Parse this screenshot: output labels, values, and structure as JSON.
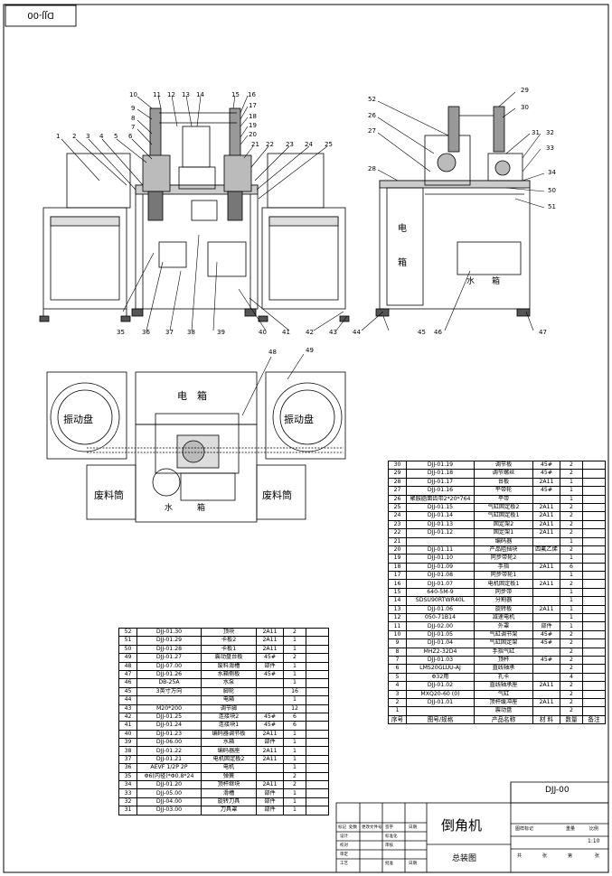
{
  "drawing_no": "DJJ-00",
  "drawing_no_corner": "DJJ-00",
  "title": "倒角机",
  "subtitle": "总装图",
  "scale": "1:10",
  "title_block": {
    "weight_scale_header": [
      "图样标记",
      "重量",
      "比例"
    ],
    "sheet_row": [
      "共",
      "张",
      "第",
      "张"
    ],
    "left_cells": [
      "标记",
      "处数",
      "更改文件号",
      "签字",
      "日期",
      "设计",
      "标准化",
      "校对",
      "审核",
      "审定",
      "工艺",
      "批准",
      "日期"
    ]
  },
  "view_labels": {
    "electrical_box_side": "电",
    "electrical_box_side2": "箱",
    "water_tank_side": "水",
    "water_tank_side2": "箱",
    "electrical_box_top": "电　箱",
    "vibration_left": "振动盘",
    "vibration_right": "振动盘",
    "waste_left": "废料筒",
    "waste_right": "废料筒",
    "water_top": "水",
    "water_top2": "箱"
  },
  "balloons": [
    "1",
    "2",
    "3",
    "4",
    "5",
    "6",
    "7",
    "8",
    "9",
    "10",
    "11",
    "12",
    "13",
    "14",
    "15",
    "16",
    "17",
    "18",
    "19",
    "20",
    "21",
    "22",
    "23",
    "24",
    "25",
    "26",
    "27",
    "28",
    "29",
    "30",
    "31",
    "32",
    "33",
    "34",
    "35",
    "36",
    "37",
    "38",
    "39",
    "40",
    "41",
    "42",
    "43",
    "44",
    "45",
    "46",
    "47",
    "48",
    "49",
    "50",
    "51",
    "52"
  ],
  "bom_right": {
    "header": [
      "序号",
      "图号/规格",
      "产品名称",
      "材 料",
      "数量",
      "备注"
    ],
    "rows": [
      [
        "30",
        "DJJ-01.19",
        "调节板",
        "45#",
        "2",
        ""
      ],
      [
        "29",
        "DJJ-01.18",
        "调节螺丝",
        "45#",
        "2",
        ""
      ],
      [
        "28",
        "DJJ-01.17",
        "台板",
        "2A11",
        "1",
        ""
      ],
      [
        "27",
        "DJJ-01.16",
        "平带轮",
        "45#",
        "1",
        ""
      ],
      [
        "26",
        "聚胺脂面齿带2*20*764",
        "平带",
        "",
        "1",
        ""
      ],
      [
        "25",
        "DJJ-01.15",
        "气缸固定板2",
        "2A11",
        "2",
        ""
      ],
      [
        "24",
        "DJJ-01.14",
        "气缸固定板1",
        "2A11",
        "2",
        ""
      ],
      [
        "23",
        "DJJ-01.13",
        "固定架2",
        "2A11",
        "2",
        ""
      ],
      [
        "22",
        "DJJ-01.12",
        "固定架1",
        "2A11",
        "2",
        ""
      ],
      [
        "21",
        "",
        "编码器",
        "",
        "1",
        ""
      ],
      [
        "20",
        "DJJ-01.11",
        "产品阻挡块",
        "四氟乙烯",
        "2",
        ""
      ],
      [
        "19",
        "DJJ-01.10",
        "同步带轮2",
        "",
        "1",
        ""
      ],
      [
        "18",
        "DJJ-01.09",
        "手指",
        "2A11",
        "6",
        ""
      ],
      [
        "17",
        "DJJ-01.08",
        "同步带轮1",
        "",
        "1",
        ""
      ],
      [
        "16",
        "DJJ-01.07",
        "电机固定板1",
        "2A11",
        "2",
        ""
      ],
      [
        "15",
        "640-5M-9",
        "同步带",
        "",
        "1",
        ""
      ],
      [
        "14",
        "SDSU90RTWR40L",
        "分割器",
        "",
        "1",
        ""
      ],
      [
        "13",
        "DJJ-01.06",
        "旋转板",
        "2A11",
        "1",
        ""
      ],
      [
        "12",
        "050-71B14",
        "减速电机",
        "",
        "1",
        ""
      ],
      [
        "11",
        "DJJ-02.00",
        "外罩",
        "部件",
        "1",
        ""
      ],
      [
        "10",
        "DJJ-01.05",
        "气缸调节架",
        "45#",
        "2",
        ""
      ],
      [
        "9",
        "DJJ-01.04",
        "气缸固定架",
        "45#",
        "2",
        ""
      ],
      [
        "8",
        "MHZ2-32D4",
        "手指气缸",
        "",
        "2",
        ""
      ],
      [
        "7",
        "DJJ-01.03",
        "顶杆",
        "45#",
        "2",
        ""
      ],
      [
        "6",
        "LMS20GLUU-AJ",
        "直线轴承",
        "",
        "2",
        ""
      ],
      [
        "5",
        "Φ32用",
        "孔卡",
        "",
        "4",
        ""
      ],
      [
        "4",
        "DJJ-01.02",
        "直线轴承座",
        "2A11",
        "2",
        ""
      ],
      [
        "3",
        "MXQ20-60 (0)",
        "气缸",
        "",
        "2",
        ""
      ],
      [
        "2",
        "DJJ-01.01",
        "顶杆缓冲座",
        "2A11",
        "2",
        ""
      ],
      [
        "1",
        "",
        "震动盘",
        "",
        "2",
        ""
      ]
    ]
  },
  "bom_left": {
    "rows": [
      [
        "52",
        "DJJ-01.30",
        "顶块",
        "2A11",
        "2",
        ""
      ],
      [
        "51",
        "DJJ-01.29",
        "卡板2",
        "2A11",
        "1",
        ""
      ],
      [
        "50",
        "DJJ-01.28",
        "卡板1",
        "2A11",
        "1",
        ""
      ],
      [
        "49",
        "DJJ-01.27",
        "震动盘台板",
        "45#",
        "2",
        ""
      ],
      [
        "48",
        "DJJ-07.00",
        "废料滑槽",
        "部件",
        "1",
        ""
      ],
      [
        "47",
        "DJJ-01.26",
        "水箱侧板",
        "45#",
        "1",
        ""
      ],
      [
        "46",
        "DB-25A",
        "水泵",
        "",
        "1",
        ""
      ],
      [
        "45",
        "3英寸万向",
        "脚轮",
        "",
        "16",
        ""
      ],
      [
        "44",
        "",
        "电箱",
        "",
        "1",
        ""
      ],
      [
        "43",
        "M20*200",
        "调节脚",
        "",
        "12",
        ""
      ],
      [
        "42",
        "DJJ-01.25",
        "连接块2",
        "45#",
        "6",
        ""
      ],
      [
        "41",
        "DJJ-01.24",
        "连接块1",
        "45#",
        "6",
        ""
      ],
      [
        "40",
        "DJJ-01.23",
        "编码器调节板",
        "2A11",
        "1",
        ""
      ],
      [
        "39",
        "DJJ-06.00",
        "水箱",
        "部件",
        "1",
        ""
      ],
      [
        "38",
        "DJJ-01.22",
        "编码器座",
        "2A11",
        "1",
        ""
      ],
      [
        "37",
        "DJJ-01.21",
        "电机固定板2",
        "2A11",
        "1",
        ""
      ],
      [
        "36",
        "AEVF 1/2P 2P",
        "电机",
        "",
        "1",
        ""
      ],
      [
        "35",
        "Φ6(内径)*Φ0.8*24",
        "弹簧",
        "",
        "2",
        ""
      ],
      [
        "34",
        "DJJ-01.20",
        "顶杆继块",
        "2A11",
        "2",
        ""
      ],
      [
        "33",
        "DJJ-05.00",
        "滑槽",
        "部件",
        "1",
        ""
      ],
      [
        "32",
        "DJJ-04.00",
        "旋转刀具",
        "部件",
        "1",
        ""
      ],
      [
        "31",
        "DJJ-03.00",
        "刀具罩",
        "部件",
        "1",
        ""
      ]
    ]
  }
}
